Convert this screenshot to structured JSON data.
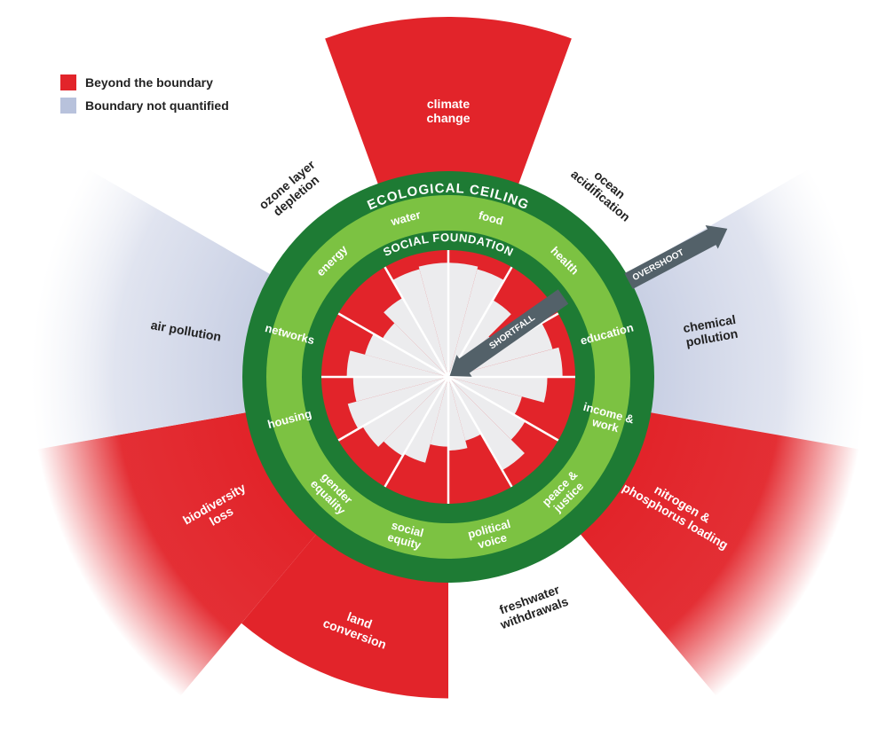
{
  "legend": {
    "items": [
      {
        "label": "Beyond the boundary",
        "color": "#e2242a"
      },
      {
        "label": "Boundary not quantified",
        "color": "#b8c2dc"
      }
    ]
  },
  "ring_labels": {
    "ecological_ceiling": "ECOLOGICAL CEILING",
    "social_foundation": "SOCIAL FOUNDATION"
  },
  "arrows": {
    "overshoot": "OVERSHOOT",
    "shortfall": "SHORTFALL"
  },
  "ecological_dimensions": [
    {
      "id": "climate-change",
      "lines": [
        "climate",
        "change"
      ],
      "status": "beyond",
      "overshoot": 0.6
    },
    {
      "id": "ocean-acidification",
      "lines": [
        "ocean",
        "acidification"
      ],
      "status": "within",
      "overshoot": 0
    },
    {
      "id": "chemical-pollution",
      "lines": [
        "chemical",
        "pollution"
      ],
      "status": "not-quantified",
      "overshoot": 1
    },
    {
      "id": "nitrogen-phosphorus-loading",
      "lines": [
        "nitrogen &",
        "phosphorus loading"
      ],
      "status": "beyond",
      "overshoot": 1
    },
    {
      "id": "freshwater-withdrawals",
      "lines": [
        "freshwater",
        "withdrawals"
      ],
      "status": "within",
      "overshoot": 0
    },
    {
      "id": "land-conversion",
      "lines": [
        "land",
        "conversion"
      ],
      "status": "beyond",
      "overshoot": 0.45
    },
    {
      "id": "biodiversity-loss",
      "lines": [
        "biodiversity",
        "loss"
      ],
      "status": "beyond",
      "overshoot": 1
    },
    {
      "id": "air-pollution",
      "lines": [
        "air pollution"
      ],
      "status": "not-quantified",
      "overshoot": 1
    },
    {
      "id": "ozone-layer-depletion",
      "lines": [
        "ozone layer",
        "depletion"
      ],
      "status": "within",
      "overshoot": 0
    }
  ],
  "social_dimensions": [
    {
      "id": "food",
      "label": "food",
      "shortfall": [
        0.1,
        0.12
      ]
    },
    {
      "id": "health",
      "label": "health",
      "shortfall": [
        0.3,
        0.55
      ]
    },
    {
      "id": "education",
      "label": "education",
      "shortfall": [
        0.15,
        0.1
      ]
    },
    {
      "id": "income-work",
      "label": "income & work",
      "shortfall": [
        0.22,
        0.4
      ]
    },
    {
      "id": "peace-justice",
      "label": "peace & justice",
      "shortfall": [
        0.3,
        0.15
      ]
    },
    {
      "id": "political-voice",
      "label": "political voice",
      "shortfall": [
        0.48,
        0.42
      ]
    },
    {
      "id": "social-equity",
      "label": "social equity",
      "shortfall": [
        0.45,
        0.3
      ]
    },
    {
      "id": "gender-equality",
      "label": "gender equality",
      "shortfall": [
        0.28,
        0.22
      ]
    },
    {
      "id": "housing",
      "label": "housing",
      "shortfall": [
        0.18,
        0.25
      ]
    },
    {
      "id": "networks",
      "label": "networks",
      "shortfall": [
        0.2,
        0.32
      ]
    },
    {
      "id": "energy",
      "label": "energy",
      "shortfall": [
        0.4,
        0.28
      ]
    },
    {
      "id": "water",
      "label": "water",
      "shortfall": [
        0.12,
        0.1
      ]
    }
  ],
  "colors": {
    "red": "#e2242a",
    "lavender": "#b8c2dc",
    "dark_green": "#1e7b34",
    "light_green": "#7cc242",
    "light_grey": "#ececee",
    "arrow_grey": "#536169"
  }
}
